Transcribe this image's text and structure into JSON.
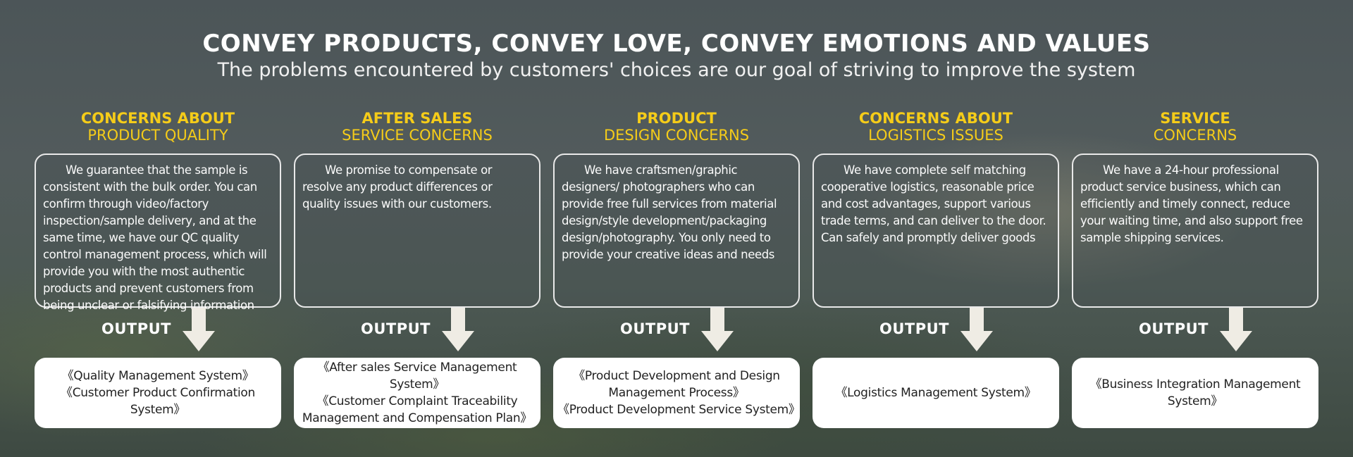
{
  "header": {
    "title": "CONVEY PRODUCTS, CONVEY LOVE, CONVEY EMOTIONS AND VALUES",
    "subtitle": "The problems encountered by customers' choices are our goal of striving to improve the system"
  },
  "colors": {
    "accent": "#f5cc19",
    "box_border": "#e9e9e9",
    "output_box": "#ffffff",
    "arrow": "#efece4"
  },
  "output_label": "OUTPUT",
  "columns": [
    {
      "title_bold": "CONCERNS ABOUT",
      "title_light": "PRODUCT QUALITY",
      "description": "We guarantee that the sample is consistent with the bulk order. You can confirm through video/factory inspection/sample delivery, and at the same time, we have our QC quality control management process, which will provide you with the most authentic products and prevent customers from being unclear or falsifying information",
      "outputs": [
        "《Quality Management System》",
        "《Customer Product Confirmation System》"
      ]
    },
    {
      "title_bold": "AFTER SALES",
      "title_light": "SERVICE CONCERNS",
      "description": "We promise to compensate or resolve any product differences or quality issues with our customers.",
      "outputs": [
        "《After sales Service Management System》",
        "《Customer Complaint Traceability Management and Compensation Plan》"
      ]
    },
    {
      "title_bold": "PRODUCT",
      "title_light": "DESIGN CONCERNS",
      "description": "We have craftsmen/graphic designers/ photographers who can provide free full services from material design/style development/packaging design/photography. You only need to provide your creative ideas and needs",
      "outputs": [
        "《Product Development and Design Management Process》",
        "《Product Development Service System》"
      ]
    },
    {
      "title_bold": "CONCERNS ABOUT",
      "title_light": "LOGISTICS ISSUES",
      "description": "We have complete self matching cooperative logistics, reasonable price and cost advantages, support various trade terms, and can deliver to the door. Can safely and promptly deliver goods",
      "outputs": [
        "《Logistics Management System》"
      ]
    },
    {
      "title_bold": "SERVICE",
      "title_light": "CONCERNS",
      "description": "We have a 24-hour professional product service business, which can efficiently and timely connect, reduce your waiting time, and also support free sample shipping services.",
      "outputs": [
        "《Business Integration Management System》"
      ]
    }
  ]
}
